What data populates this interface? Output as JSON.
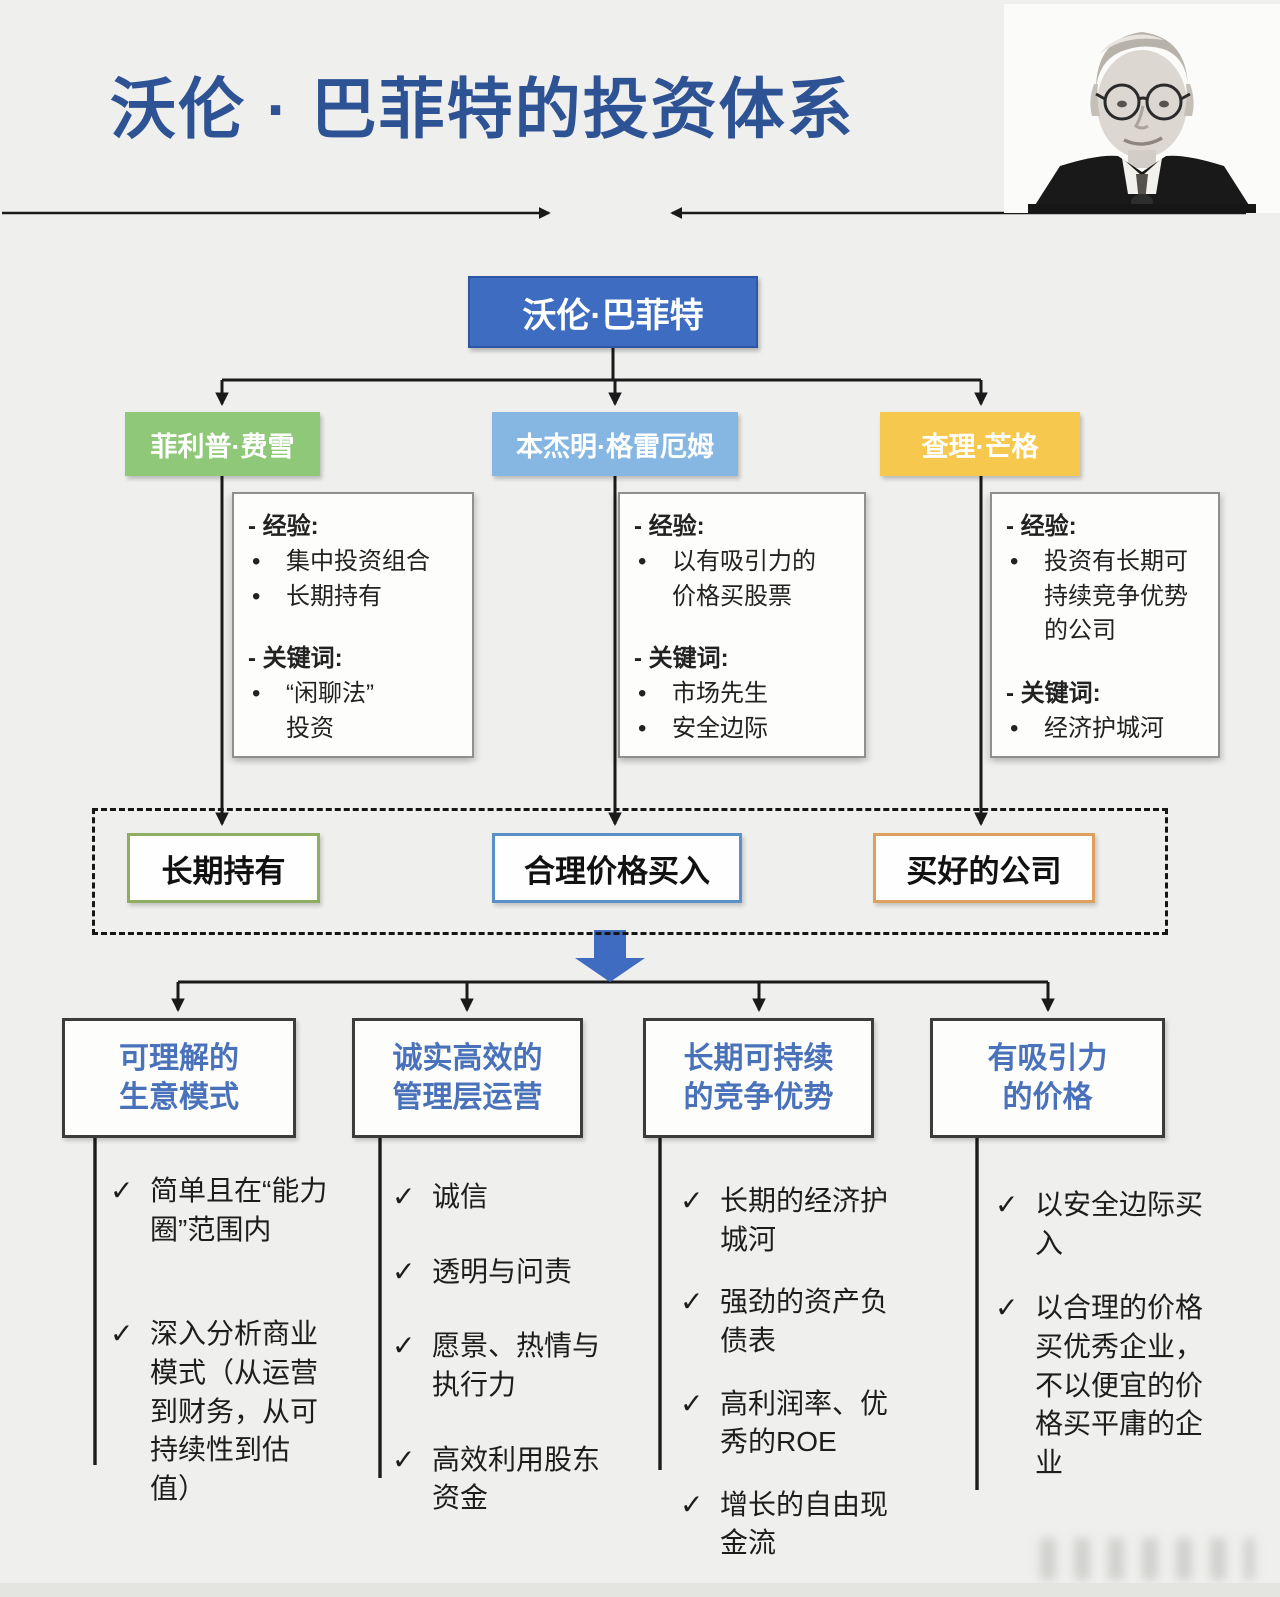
{
  "title": "沃伦 · 巴菲特的投资体系",
  "root": {
    "label": "沃伦·巴菲特"
  },
  "labels": {
    "experience": "- 经验:",
    "keywords": "- 关键词:"
  },
  "glyphs": {
    "check": "✓",
    "bullet": "•"
  },
  "mentors": [
    {
      "name": "菲利普·费雪",
      "color": "#8fc878",
      "experience": [
        "集中投资组合",
        "长期持有"
      ],
      "keywords": [
        "“闲聊法”\n投资"
      ],
      "principle": "长期持有",
      "principle_border": "#8fae63"
    },
    {
      "name": "本杰明·格雷厄姆",
      "color": "#85b7e2",
      "experience": [
        "以有吸引力的\n价格买股票"
      ],
      "keywords": [
        "市场先生",
        "安全边际"
      ],
      "principle": "合理价格买入",
      "principle_border": "#5b8fc7"
    },
    {
      "name": "查理·芒格",
      "color": "#f7c84e",
      "experience": [
        "投资有长期可\n持续竞争优势\n的公司"
      ],
      "keywords": [
        "经济护城河"
      ],
      "principle": "买好的公司",
      "principle_border": "#df9f5e"
    }
  ],
  "criteria": [
    {
      "title": "可理解的\n生意模式",
      "items": [
        "简单且在“能力圈”范围内",
        "深入分析商业模式（从运营到财务，从可持续性到估值）"
      ]
    },
    {
      "title": "诚实高效的\n管理层运营",
      "items": [
        "诚信",
        "透明与问责",
        "愿景、热情与执行力",
        "高效利用股东资金"
      ]
    },
    {
      "title": "长期可持续\n的竞争优势",
      "items": [
        "长期的经济护城河",
        "强劲的资产负债表",
        "高利润率、优秀的ROE",
        "增长的自由现金流"
      ]
    },
    {
      "title": "有吸引力\n的价格",
      "items": [
        "以安全边际买入",
        "以合理的价格买优秀企业，不以便宜的价格买平庸的企业"
      ]
    }
  ],
  "portrait": {
    "description": "warren-buffett-black-and-white-photo"
  },
  "colors": {
    "background": "#efefed",
    "title_text": "#2e5394",
    "root_box": "#3d6cc0",
    "mentor_green": "#8fc878",
    "mentor_blue": "#85b7e2",
    "mentor_yellow": "#f7c84e",
    "principle_border_green": "#8fae63",
    "principle_border_blue": "#5b8fc7",
    "principle_border_orange": "#df9f5e",
    "criteria_text": "#4a72ba",
    "connector_line": "#1a1a1a",
    "flow_arrow": "#3f6cc0"
  }
}
